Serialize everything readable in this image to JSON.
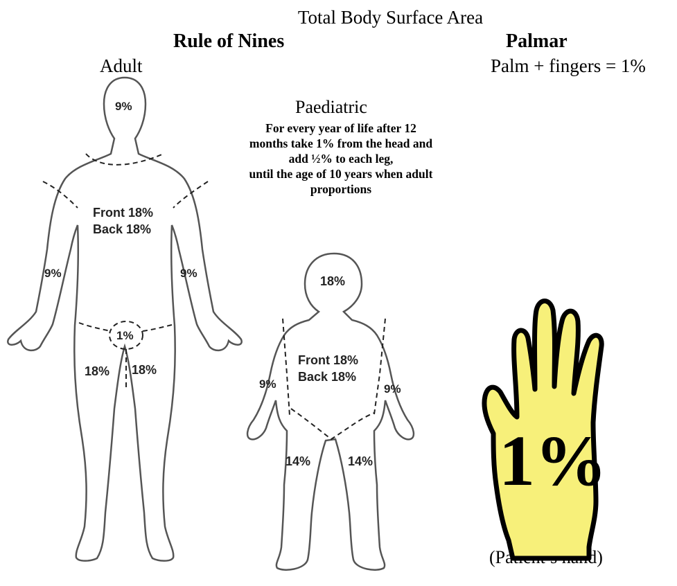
{
  "title": "Total Body Surface Area",
  "rule_of_nines": {
    "heading": "Rule of Nines",
    "adult": {
      "label": "Adult",
      "head": "9%",
      "trunk_front": "Front 18%",
      "trunk_back": "Back 18%",
      "left_arm": "9%",
      "right_arm": "9%",
      "genitals": "1%",
      "left_leg": "18%",
      "right_leg": "18%"
    },
    "paediatric": {
      "label": "Paediatric",
      "note_lines": [
        "For every year of life after 12",
        "months take 1% from the head and",
        "add ½% to each leg,",
        "until the age of 10 years when adult",
        "proportions"
      ],
      "head": "18%",
      "trunk_front": "Front 18%",
      "trunk_back": "Back 18%",
      "left_arm": "9%",
      "right_arm": "9%",
      "left_leg": "14%",
      "right_leg": "14%"
    }
  },
  "palmar": {
    "heading": "Palmar",
    "rule": "Palm + fingers = 1%",
    "hand_value": "1%",
    "caption": "(Patient’s hand)",
    "hand_color": "#f7f07a"
  }
}
